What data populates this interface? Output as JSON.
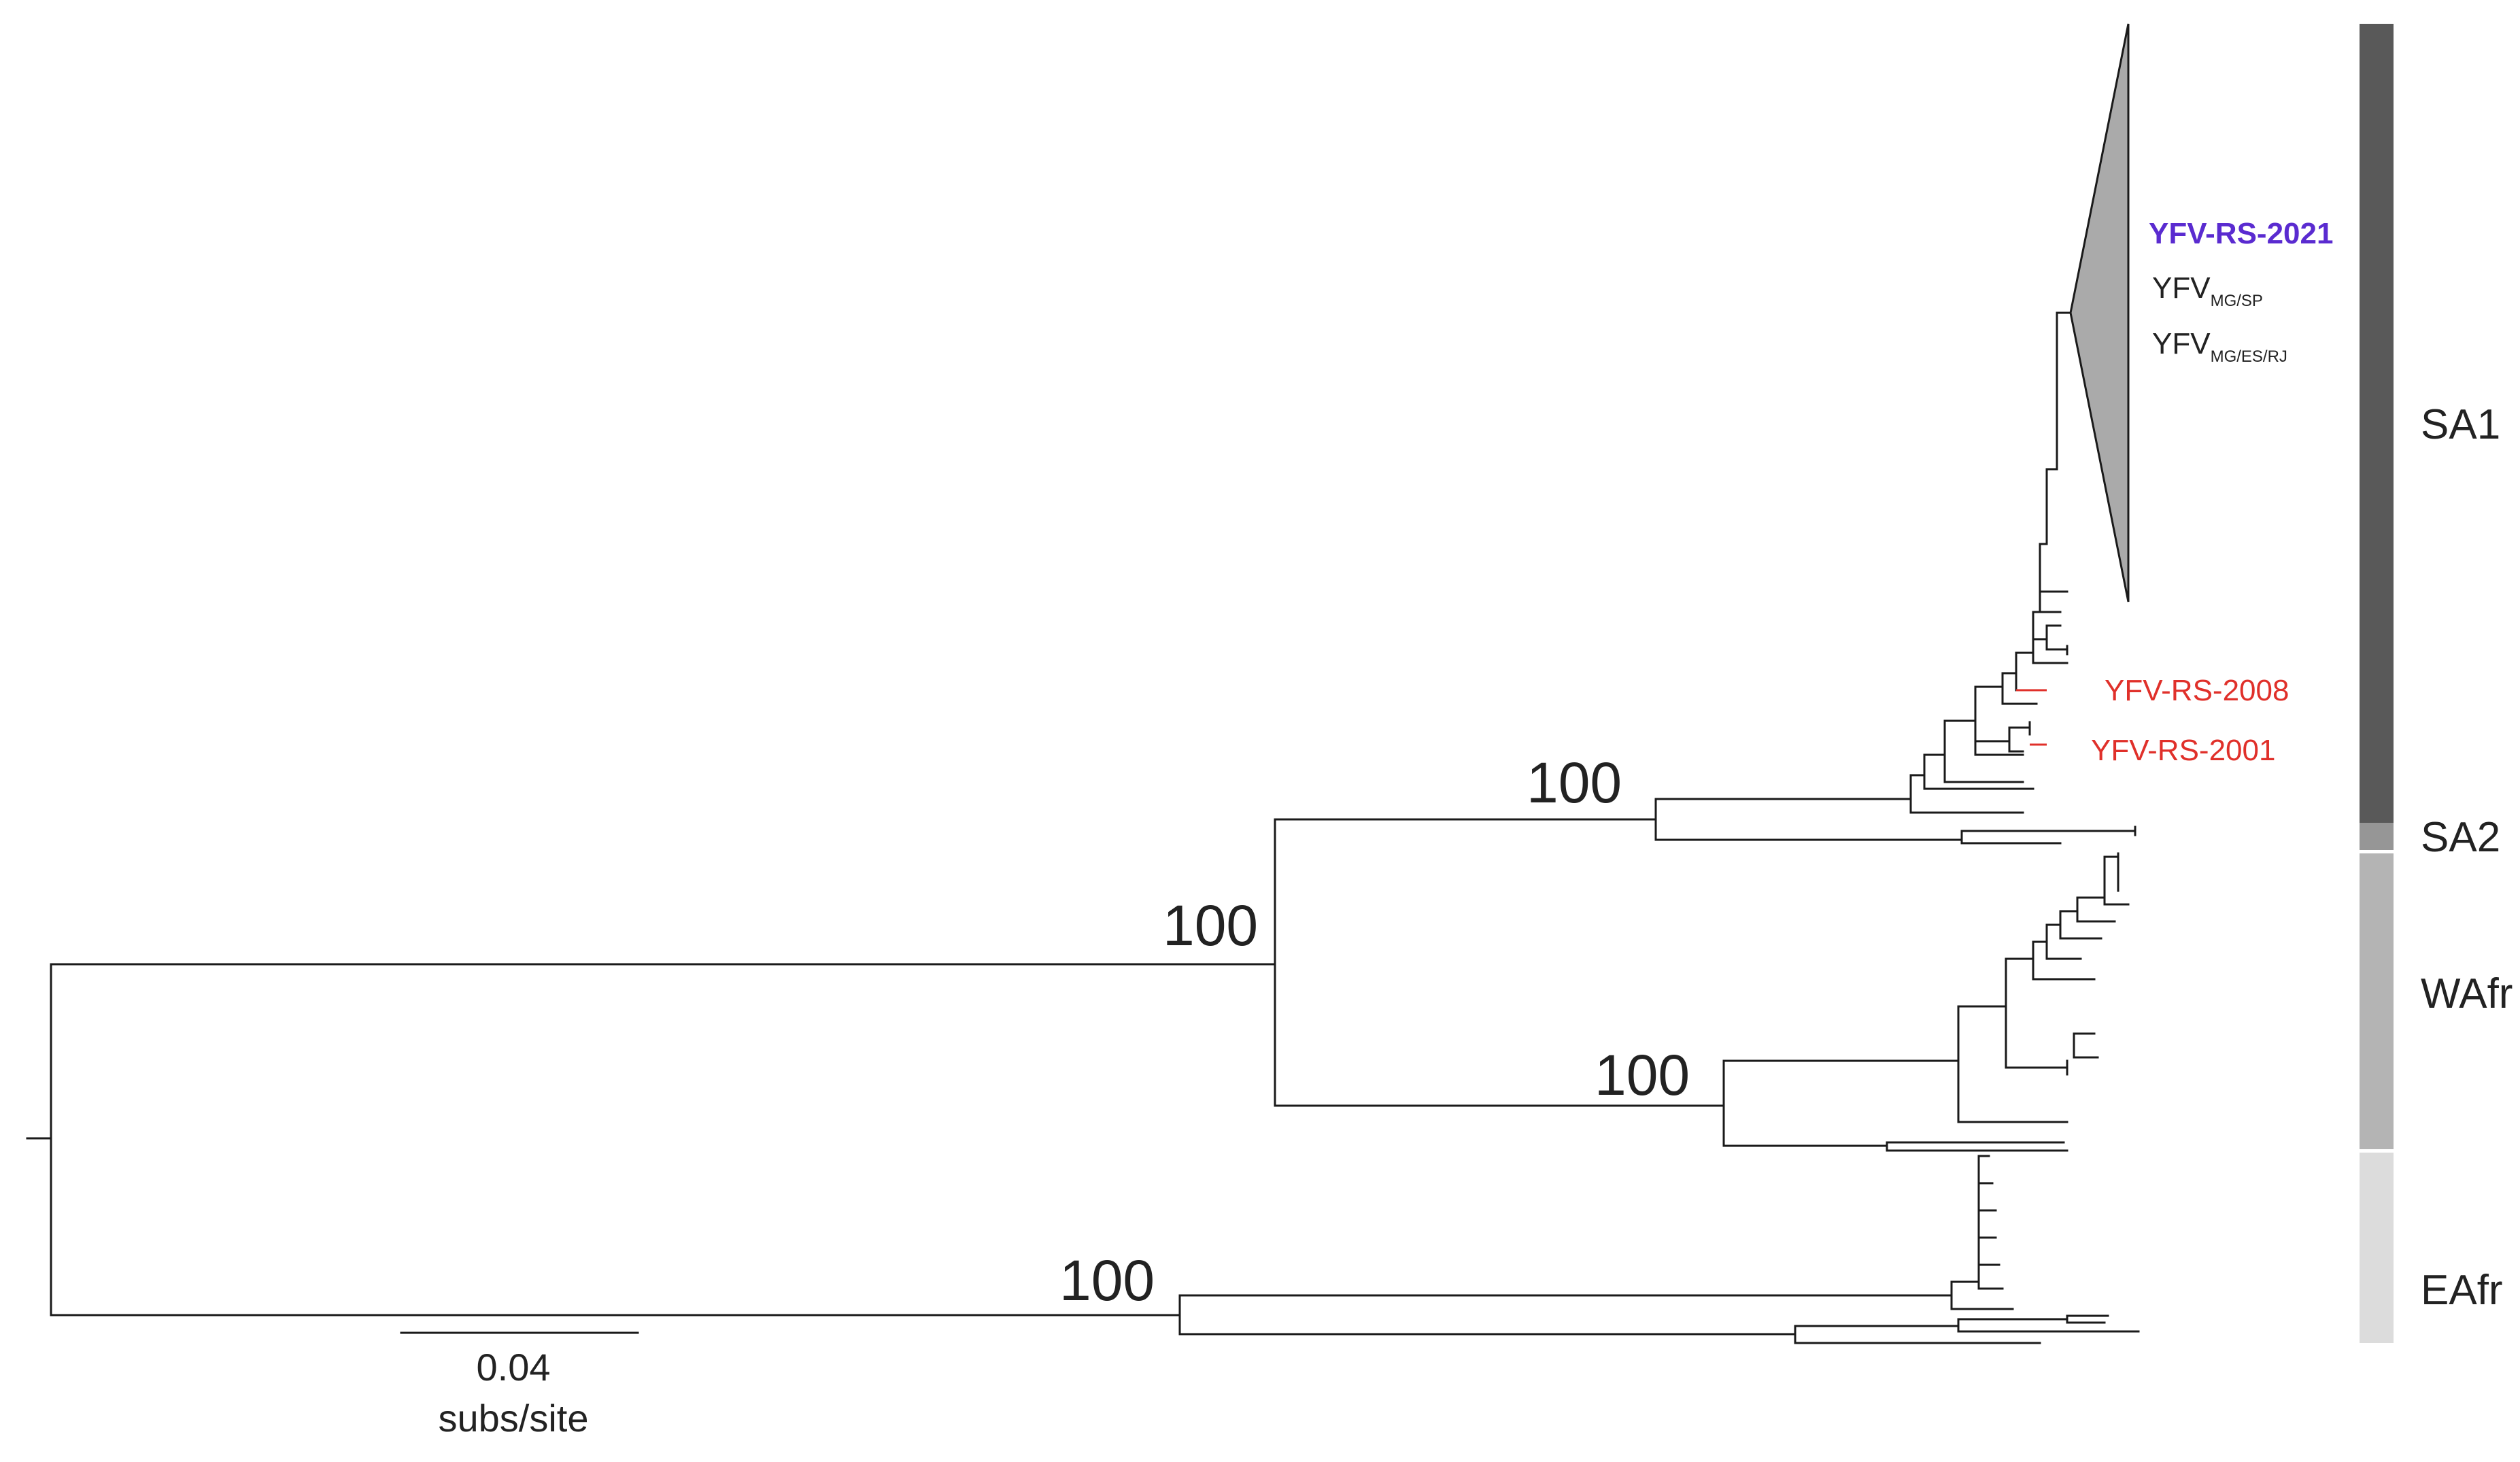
{
  "tips": {
    "highlight": "YFV-RS-2021",
    "collapsed_1_base": "YFV",
    "collapsed_1_sub": "MG/SP",
    "collapsed_2_base": "YFV",
    "collapsed_2_sub": "MG/ES/RJ",
    "red_1": "YFV-RS-2008",
    "red_2": "YFV-RS-2001"
  },
  "bootstrap": {
    "sa_node": "100",
    "americas_root": "100",
    "wafr_node": "100",
    "eafr_node": "100"
  },
  "clades": [
    {
      "label": "SA1",
      "color": "#595959"
    },
    {
      "label": "SA2",
      "color": "#969696"
    },
    {
      "label": "WAfr",
      "color": "#b4b4b4"
    },
    {
      "label": "EAfr",
      "color": "#dcdcdc"
    }
  ],
  "scale_bar": {
    "value": "0.04",
    "unit": "subs/site"
  },
  "colors": {
    "highlight": "#5a2bd0",
    "red_tips": "#e0302a",
    "collapsed_triangle": "#aaaaaa"
  }
}
